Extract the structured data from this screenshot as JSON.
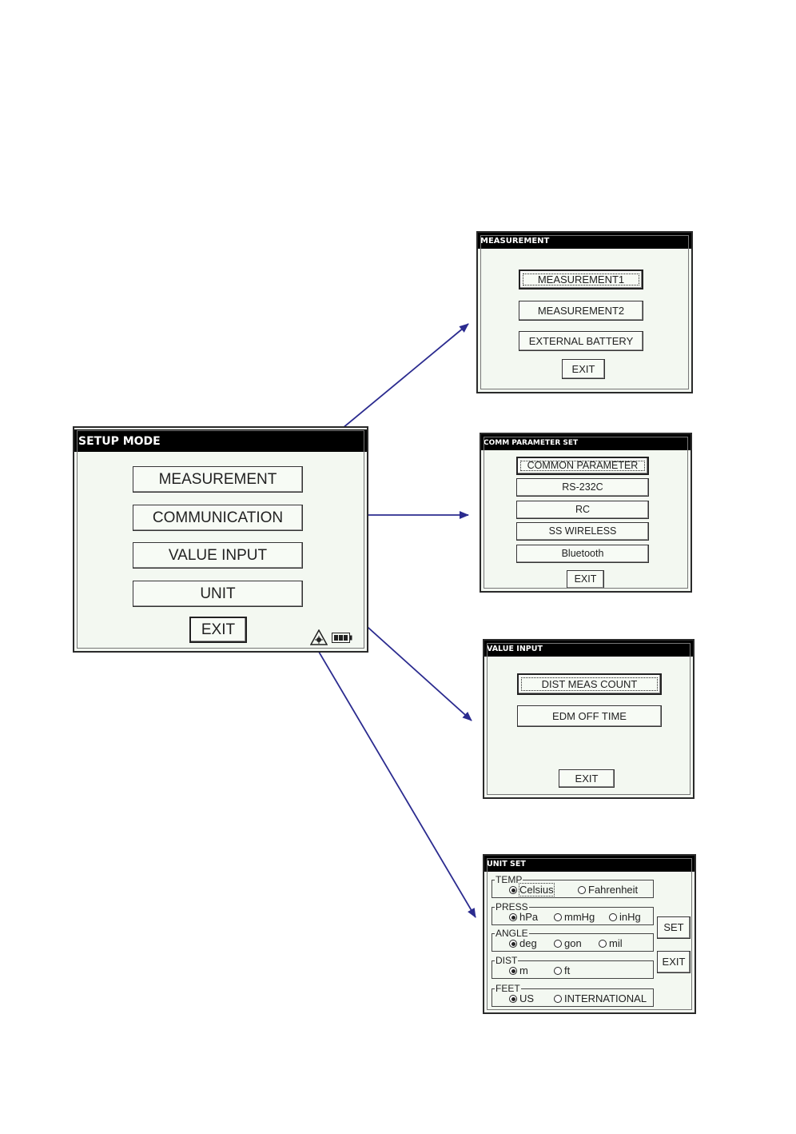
{
  "setup": {
    "title": "SETUP MODE",
    "buttons": [
      "MEASUREMENT",
      "COMMUNICATION",
      "VALUE INPUT",
      "UNIT"
    ],
    "exit": "EXIT",
    "icons": [
      "laser-icon",
      "battery-icon"
    ]
  },
  "measurement": {
    "title": "MEASUREMENT",
    "buttons": [
      "MEASUREMENT1",
      "MEASUREMENT2",
      "EXTERNAL BATTERY"
    ],
    "exit": "EXIT"
  },
  "comm": {
    "title": "COMM PARAMETER SET",
    "buttons": [
      "COMMON PARAMETER",
      "RS-232C",
      "RC",
      "SS WIRELESS",
      "Bluetooth"
    ],
    "exit": "EXIT"
  },
  "value_input": {
    "title": "VALUE INPUT",
    "buttons": [
      "DIST MEAS COUNT",
      "EDM OFF TIME"
    ],
    "exit": "EXIT"
  },
  "unit_set": {
    "title": "UNIT SET",
    "groups": {
      "temp": {
        "label": "TEMP",
        "options": [
          "Celsius",
          "Fahrenheit"
        ],
        "selected": "Celsius"
      },
      "press": {
        "label": "PRESS",
        "options": [
          "hPa",
          "mmHg",
          "inHg"
        ],
        "selected": "hPa"
      },
      "angle": {
        "label": "ANGLE",
        "options": [
          "deg",
          "gon",
          "mil"
        ],
        "selected": "deg"
      },
      "dist": {
        "label": "DIST",
        "options": [
          "m",
          "ft"
        ],
        "selected": "m"
      },
      "feet": {
        "label": "FEET",
        "options": [
          "US",
          "INTERNATIONAL"
        ],
        "selected": "US"
      }
    },
    "set": "SET",
    "exit": "EXIT"
  },
  "colors": {
    "arrow": "#2b2b8f",
    "window_bg": "#f3f8f1",
    "title_bg": "#000000"
  }
}
